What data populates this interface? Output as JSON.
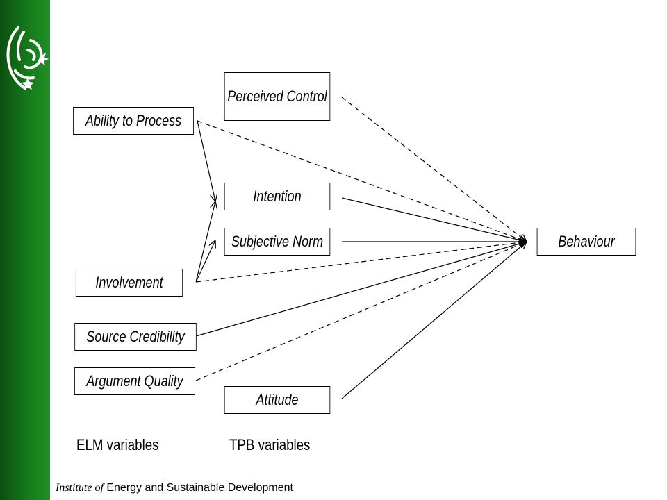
{
  "theme": {
    "sidebar_color": "#157a1b",
    "logo_color": "#ffffff"
  },
  "logo": {
    "icon": "lion-emblem-icon"
  },
  "nodes": {
    "perceived_control": "Perceived Control",
    "ability_to_process": "Ability to Process",
    "intention": "Intention",
    "subjective_norm": "Subjective Norm",
    "behaviour": "Behaviour",
    "involvement": "Involvement",
    "source_credibility": "Source Credibility",
    "argument_quality": "Argument Quality",
    "attitude": "Attitude"
  },
  "edges": [
    {
      "from": "ability_to_process",
      "to": "intention",
      "style": "solid"
    },
    {
      "from": "involvement",
      "to": "intention",
      "style": "solid"
    },
    {
      "from": "involvement",
      "to": "subjective_norm",
      "style": "solid"
    },
    {
      "from": "perceived_control",
      "to": "behaviour",
      "style": "dashed"
    },
    {
      "from": "ability_to_process",
      "to": "behaviour",
      "style": "dashed"
    },
    {
      "from": "intention",
      "to": "behaviour",
      "style": "solid"
    },
    {
      "from": "subjective_norm",
      "to": "behaviour",
      "style": "solid"
    },
    {
      "from": "involvement",
      "to": "behaviour",
      "style": "dashed"
    },
    {
      "from": "source_credibility",
      "to": "behaviour",
      "style": "solid"
    },
    {
      "from": "argument_quality",
      "to": "behaviour",
      "style": "dashed"
    },
    {
      "from": "attitude",
      "to": "behaviour",
      "style": "solid"
    }
  ],
  "group_labels": {
    "elm": "ELM variables",
    "tpb": "TPB variables"
  },
  "footer": {
    "institute_prefix": "Institute of",
    "institute_name": "Energy and Sustainable Development"
  }
}
